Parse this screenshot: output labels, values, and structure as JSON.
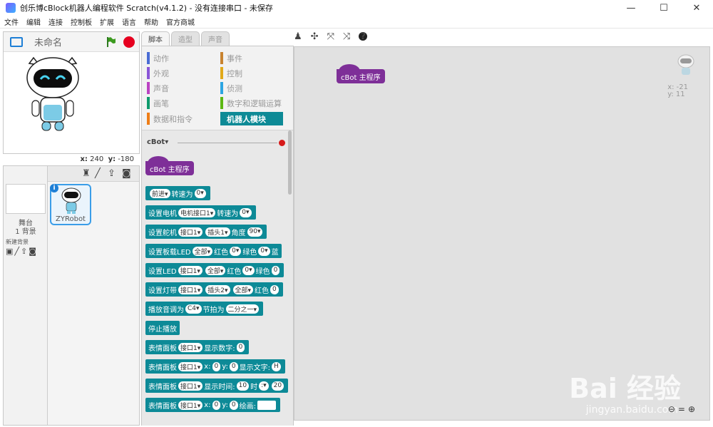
{
  "window": {
    "title": "创乐博cBlock机器人编程软件 Scratch(v4.1.2) - 没有连接串口 - 未保存",
    "min": "—",
    "max": "☐",
    "close": "✕"
  },
  "menu": [
    "文件",
    "编辑",
    "连接",
    "控制板",
    "扩展",
    "语言",
    "帮助",
    "官方商城"
  ],
  "stage": {
    "name": "未命名",
    "x_label": "x:",
    "x_value": "240",
    "y_label": "y:",
    "y_value": "-180"
  },
  "sprites": {
    "stage_label": "舞台",
    "bg_count": "1 背景",
    "new_bg": "新建背景",
    "sprite_name": "ZYRobot",
    "info": "i"
  },
  "tabs": [
    "脚本",
    "造型",
    "声音"
  ],
  "categories": [
    {
      "label": "动作",
      "color": "#4a6cd4"
    },
    {
      "label": "事件",
      "color": "#c88330"
    },
    {
      "label": "外观",
      "color": "#8a55d7"
    },
    {
      "label": "控制",
      "color": "#e1a91a"
    },
    {
      "label": "声音",
      "color": "#bb42c3"
    },
    {
      "label": "侦测",
      "color": "#2ca5e2"
    },
    {
      "label": "画笔",
      "color": "#0e9a6c"
    },
    {
      "label": "数字和逻辑运算",
      "color": "#5cb712"
    },
    {
      "label": "数据和指令",
      "color": "#ee7d16"
    },
    {
      "label": "机器人模块",
      "color": "#0e8a96"
    }
  ],
  "palette": {
    "section": "cBot▾",
    "hat": "cBot 主程序",
    "blocks": [
      [
        "前进▾",
        "转速为",
        "0▾"
      ],
      [
        "设置电机",
        "电机接口1▾",
        "转速为",
        "0▾"
      ],
      [
        "设置舵机",
        "接口1▾",
        "插头1▾",
        "角度",
        "90▾"
      ],
      [
        "设置板载LED",
        "全部▾",
        "红色",
        "0▾",
        "绿色",
        "0▾",
        "蓝"
      ],
      [
        "设置LED",
        "接口1▾",
        "全部▾",
        "红色",
        "0▾",
        "绿色",
        "0"
      ],
      [
        "设置灯带",
        "接口1▾",
        "插头2▾",
        "全部▾",
        "红色",
        "0"
      ],
      [
        "播放音调为",
        "C4▾",
        "节拍为",
        "二分之一▾"
      ],
      [
        "停止播放"
      ],
      [
        "表情面板",
        "接口1▾",
        "显示数字:",
        "0"
      ],
      [
        "表情面板",
        "接口1▾",
        "x:",
        "0",
        "y:",
        "0",
        "显示文字:",
        "H"
      ],
      [
        "表情面板",
        "接口1▾",
        "显示时间:",
        "10",
        "时",
        ":▾",
        "20"
      ],
      [
        "表情面板",
        "接口1▾",
        "x:",
        "0",
        "y:",
        "0",
        "绘画:",
        ""
      ]
    ]
  },
  "canvas": {
    "hat": "cBot 主程序",
    "x": "x: -21",
    "y": "y: 11",
    "watermark": "Bai 经验",
    "watermark_sub": "jingyan.baidu.com"
  }
}
